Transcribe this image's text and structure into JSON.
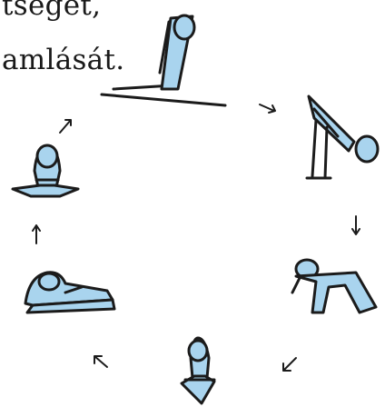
{
  "text": {
    "line1": "tséget,",
    "line2": "amlását."
  },
  "illustration": {
    "figures": [
      "standing-legs-apart",
      "forward-bend",
      "lying-bridge",
      "seated-lotus",
      "lying-stretch",
      "seated-kneel"
    ],
    "arrows": [
      "arrow-down-right",
      "arrow-down",
      "arrow-down-left",
      "arrow-up-left",
      "arrow-up",
      "arrow-up-right"
    ],
    "colors": {
      "body_fill": "#a9d4ee",
      "outline": "#1b1b1b",
      "text": "#1a1a1a"
    }
  }
}
